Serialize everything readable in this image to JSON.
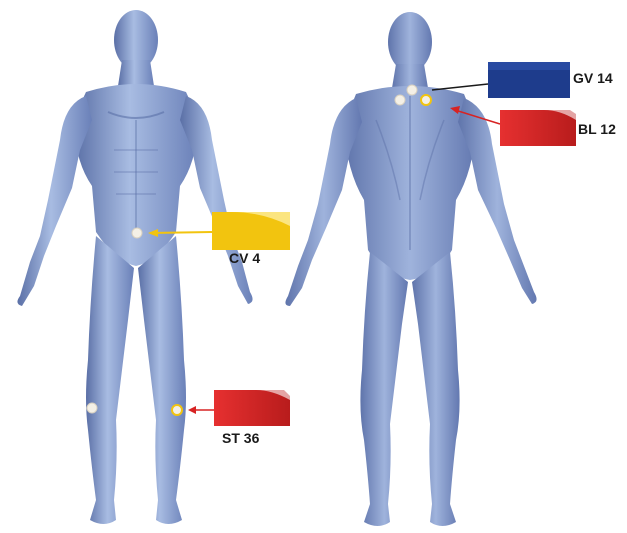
{
  "points": [
    {
      "id": "gv14",
      "label": "GV 14",
      "flag_color": "#1e3c8c"
    },
    {
      "id": "bl12",
      "label": "BL 12",
      "flag_color": "#d72323"
    },
    {
      "id": "cv4",
      "label": "CV 4",
      "flag_color": "#f2c40f"
    },
    {
      "id": "st36",
      "label": "ST 36",
      "flag_color": "#d72323"
    }
  ],
  "colors": {
    "body_light": "#9fb3dc",
    "body_mid": "#7f95c8",
    "body_dark": "#5a6fa6",
    "marker_fill": "#f4f0e6",
    "marker_ring_yellow": "#f2c40f",
    "gv14_line": "#1a1a1a",
    "bl12_line": "#d72323",
    "cv4_line": "#f2c40f",
    "st36_line": "#d72323"
  },
  "icons": {
    "front_figure": "human-body-front-icon",
    "back_figure": "human-body-back-icon"
  }
}
